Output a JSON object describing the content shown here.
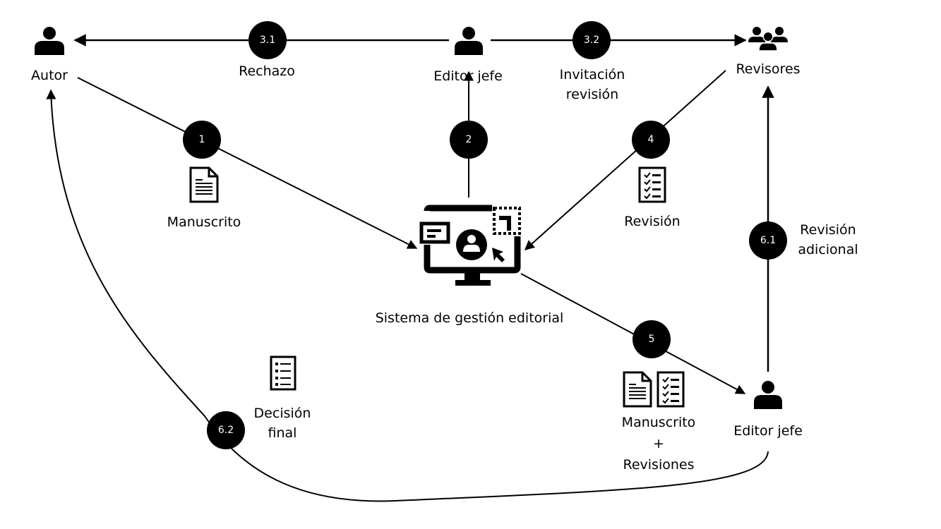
{
  "actors": {
    "autor": "Autor",
    "editor_top": "Editor jefe",
    "revisores": "Revisores",
    "editor_bottom": "Editor jefe",
    "system": "Sistema de gestión editorial"
  },
  "steps": [
    {
      "id": "1",
      "label": "Manuscrito"
    },
    {
      "id": "2",
      "label": ""
    },
    {
      "id": "3.1",
      "label": "Rechazo"
    },
    {
      "id": "3.2",
      "label_line1": "Invitación",
      "label_line2": "revisión"
    },
    {
      "id": "4",
      "label": "Revisión"
    },
    {
      "id": "5",
      "label_line1": "Manuscrito",
      "label_line2": "+",
      "label_line3": "Revisiones"
    },
    {
      "id": "6.1",
      "label_line1": "Revisión",
      "label_line2": "adicional"
    },
    {
      "id": "6.2",
      "label_line1": "Decisión",
      "label_line2": "final"
    }
  ],
  "icons": {
    "person": "person-icon",
    "group": "group-icon",
    "document": "document-icon",
    "checklist": "checklist-icon",
    "list": "list-icon",
    "computer": "computer-system-icon"
  },
  "colors": {
    "ink": "#000000",
    "background": "#ffffff",
    "badge_text": "#ffffff"
  }
}
